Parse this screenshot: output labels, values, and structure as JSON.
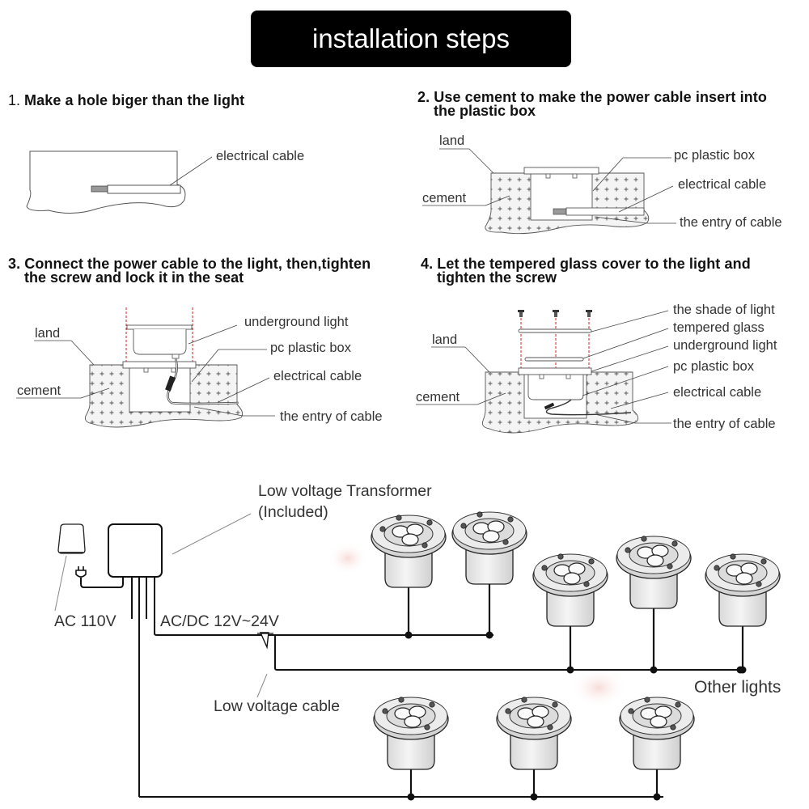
{
  "header": {
    "title": "installation steps"
  },
  "steps": [
    {
      "number": "1.",
      "title": "Make a hole biger than the light",
      "title_line2": "",
      "labels": [
        "electrical cable"
      ]
    },
    {
      "number": "2.",
      "title": "Use cement to make the power cable insert into",
      "title_line2": "the plastic box",
      "labels": [
        "land",
        "cement",
        "pc plastic box",
        "electrical cable",
        "the entry of cable"
      ]
    },
    {
      "number": "3.",
      "title": "Connect the power cable to the light, then,tighten",
      "title_line2": "the screw and lock it in the seat",
      "labels": [
        "land",
        "cement",
        "underground  light",
        "pc plastic box",
        "electrical cable",
        "the entry of cable"
      ]
    },
    {
      "number": "4.",
      "title": "Let the tempered glass cover to the light and",
      "title_line2": "tighten the screw",
      "labels": [
        "land",
        "cement",
        "the shade of light",
        "tempered glass",
        "underground  light",
        "pc plastic box",
        "electrical cable",
        "the entry of cable"
      ]
    }
  ],
  "wiring": {
    "transformer_label": "Low voltage Transformer",
    "transformer_note": "(Included)",
    "ac_input": "AC 110V",
    "output_voltage": "AC/DC 12V~24V",
    "cable_label": "Low voltage cable",
    "other_lights": "Other lights",
    "light_count": 8
  },
  "colors": {
    "banner_bg": "#000000",
    "banner_text": "#ffffff",
    "guide_line": "#d62020",
    "cement_fill": "#f4f4f4"
  }
}
